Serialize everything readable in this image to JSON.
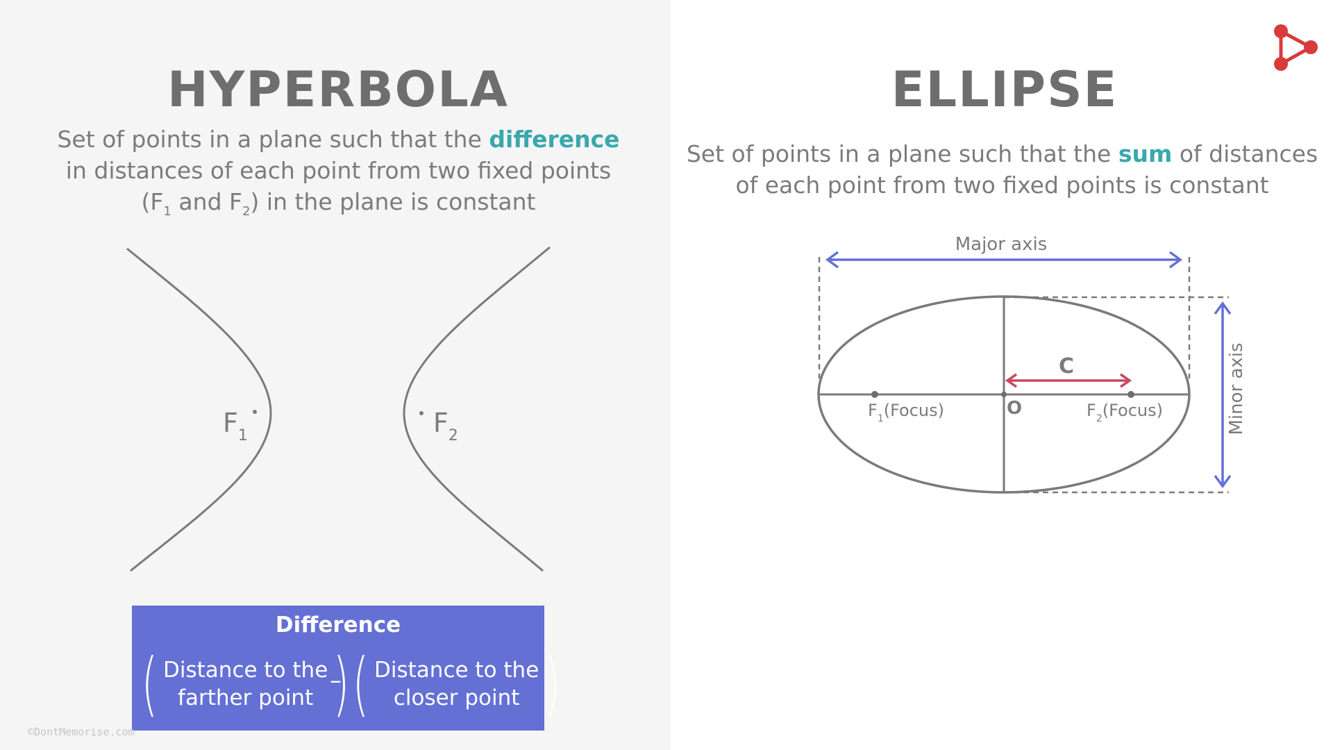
{
  "hyperbola": {
    "title": "HYPERBOLA",
    "desc_line1_pre": "Set of points in a plane such that the ",
    "desc_line1_hl": "difference",
    "desc_line2": "in distances of each point from two fixed points",
    "desc_line3_a": "(F",
    "desc_line3_sub1": "1",
    "desc_line3_b": " and F",
    "desc_line3_sub2": "2",
    "desc_line3_c": ") in the plane is constant",
    "focus1_letter": "F",
    "focus1_sub": "1",
    "focus2_letter": "F",
    "focus2_sub": "2"
  },
  "formula": {
    "title": "Difference",
    "term1_line1": "Distance to the",
    "term1_line2": "farther point",
    "operator": "–",
    "term2_line1": "Distance to the",
    "term2_line2": "closer point"
  },
  "ellipse": {
    "title": "ELLIPSE",
    "desc_line1_pre": "Set of points in a plane such that the ",
    "desc_line1_hl": "sum",
    "desc_line1_post": " of distances",
    "desc_line2": "of each point from two fixed points is constant",
    "major_axis_label": "Major axis",
    "minor_axis_label": "Minor axis",
    "c_label": "C",
    "center_label": "O",
    "focus1_letter": "F",
    "focus1_sub": "1",
    "focus1_text": "(Focus)",
    "focus2_letter": "F",
    "focus2_sub": "2",
    "focus2_text": "(Focus)"
  },
  "watermark": "©DontMemorise.com",
  "colors": {
    "accent_teal": "#3aa8ad",
    "axis_blue": "#6470d4",
    "c_red": "#c8485e",
    "curve_gray": "#7a7a7a",
    "logo_red": "#d93a3a"
  },
  "icons": {
    "logo": "dontmemorise-logo-icon"
  }
}
